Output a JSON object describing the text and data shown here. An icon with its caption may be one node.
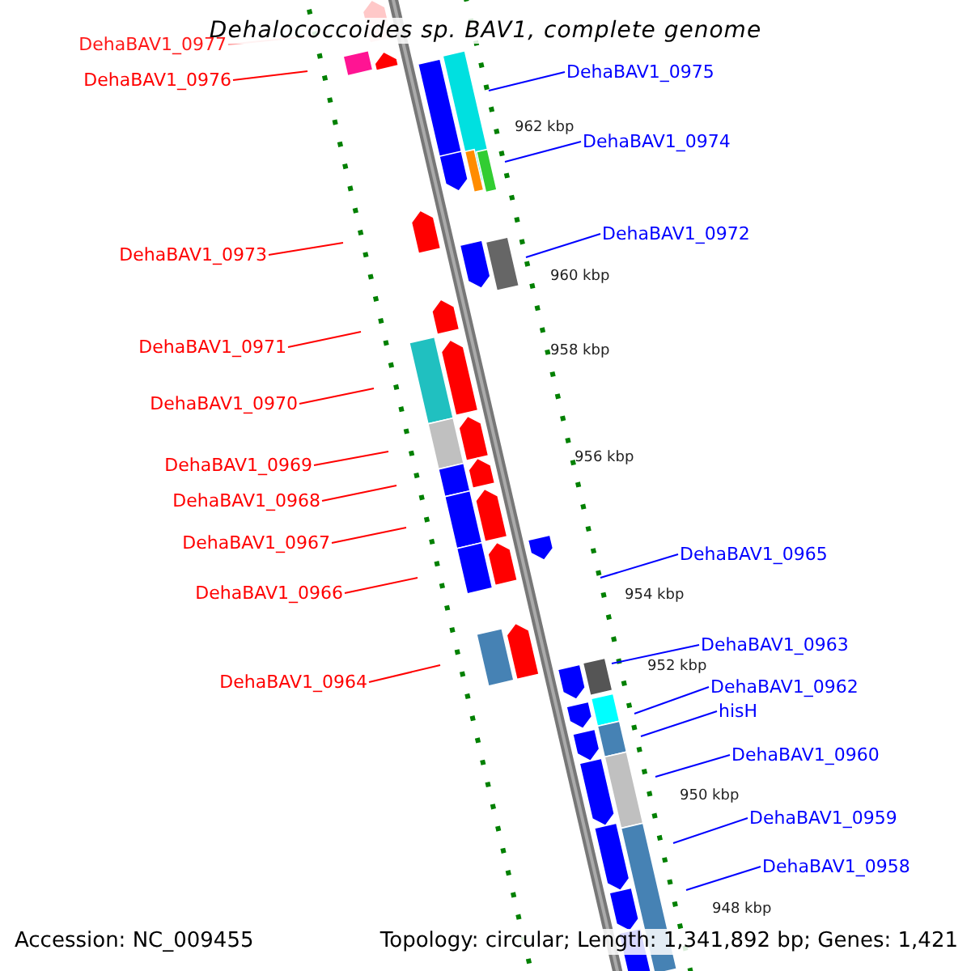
{
  "diagram": {
    "title": "Dehalococcoides sp. BAV1, complete genome",
    "nodes": [
      {
        "text": [
          "DehaBAV1_0977"
        ]
      },
      {
        "text": [
          "DehaBAV1_0975"
        ]
      },
      {
        "text": [
          "DehaBAV1_0976"
        ]
      },
      {
        "text": [
          "DehaBAV1_0974"
        ]
      },
      {
        "text": [
          "DehaBAV1_0972"
        ]
      },
      {
        "text": [
          "DehaBAV1_0973"
        ]
      },
      {
        "text": [
          "DehaBAV1_0971"
        ]
      },
      {
        "text": [
          "DehaBAV1_0970"
        ]
      },
      {
        "text": [
          "DehaBAV1_0969"
        ]
      },
      {
        "text": [
          "DehaBAV1_0968"
        ]
      },
      {
        "text": [
          "DehaBAV1_0967"
        ]
      },
      {
        "text": [
          "DehaBAV1_0965"
        ]
      },
      {
        "text": [
          "DehaBAV1_0966"
        ]
      },
      {
        "text": [
          "DehaBAV1_0963"
        ]
      },
      {
        "text": [
          "DehaBAV1_0962"
        ]
      },
      {
        "text": [
          "DehaBAV1_0964"
        ]
      },
      {
        "text": [
          "hisH"
        ]
      },
      {
        "text": [
          "DehaBAV1_0960"
        ]
      },
      {
        "text": [
          "DehaBAV1_0959"
        ]
      },
      {
        "text": [
          "DehaBAV1_0958"
        ]
      }
    ],
    "edges": [
      {
        "from": 0,
        "to": null,
        "arrow": "none",
        "color": "#ff0000"
      },
      {
        "from": 1,
        "to": null,
        "arrow": "none",
        "color": "#0000ff"
      },
      {
        "from": 2,
        "to": null,
        "arrow": "none",
        "color": "#ff0000"
      },
      {
        "from": 3,
        "to": null,
        "arrow": "none",
        "color": "#0000ff"
      },
      {
        "from": 4,
        "to": null,
        "arrow": "none",
        "color": "#0000ff"
      },
      {
        "from": 5,
        "to": null,
        "arrow": "none",
        "color": "#ff0000"
      },
      {
        "from": 6,
        "to": null,
        "arrow": "none",
        "color": "#ff0000"
      },
      {
        "from": 7,
        "to": null,
        "arrow": "none",
        "color": "#ff0000"
      },
      {
        "from": 8,
        "to": null,
        "arrow": "none",
        "color": "#ff0000"
      },
      {
        "from": 9,
        "to": null,
        "arrow": "none",
        "color": "#ff0000"
      },
      {
        "from": 10,
        "to": null,
        "arrow": "none",
        "color": "#ff0000"
      },
      {
        "from": 11,
        "to": null,
        "arrow": "none",
        "color": "#0000ff"
      },
      {
        "from": 12,
        "to": null,
        "arrow": "none",
        "color": "#ff0000"
      },
      {
        "from": 13,
        "to": null,
        "arrow": "none",
        "color": "#0000ff"
      },
      {
        "from": 14,
        "to": null,
        "arrow": "none",
        "color": "#0000ff"
      },
      {
        "from": 15,
        "to": null,
        "arrow": "none",
        "color": "#ff0000"
      },
      {
        "from": 16,
        "to": null,
        "arrow": "none",
        "color": "#0000ff"
      },
      {
        "from": 17,
        "to": null,
        "arrow": "none",
        "color": "#0000ff"
      },
      {
        "from": 18,
        "to": null,
        "arrow": "none",
        "color": "#0000ff"
      },
      {
        "from": 19,
        "to": null,
        "arrow": "none",
        "color": "#0000ff"
      }
    ],
    "labels": [
      "962 kbp",
      "960 kbp",
      "958 kbp",
      "956 kbp",
      "954 kbp",
      "952 kbp",
      "950 kbp",
      "948 kbp",
      "Accession: NC_009455",
      "Topology: circular; Length: 1,341,892 bp; Genes: 1,421"
    ]
  }
}
